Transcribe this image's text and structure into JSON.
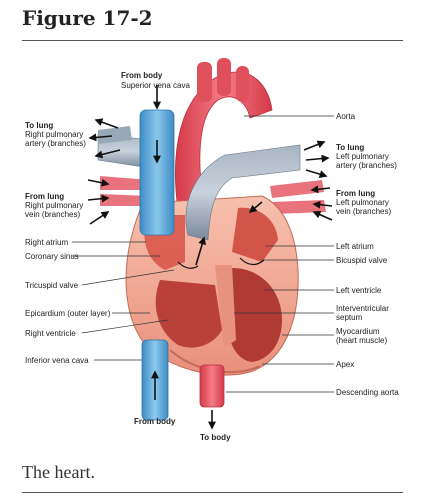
{
  "figure": {
    "title": "Figure 17-2",
    "caption": "The heart."
  },
  "labels": {
    "from_body_top": "From body",
    "superior_vena_cava": "Superior vena cava",
    "aorta": "Aorta",
    "to_lung_right": "To lung",
    "right_pulmonary_artery_1": "Right pulmonary",
    "right_pulmonary_artery_2": "artery (branches)",
    "to_lung_left": "To lung",
    "left_pulmonary_artery_1": "Left pulmonary",
    "left_pulmonary_artery_2": "artery (branches)",
    "from_lung_right": "From lung",
    "right_pulmonary_vein_1": "Right pulmonary",
    "right_pulmonary_vein_2": "vein (branches)",
    "from_lung_left": "From lung",
    "left_pulmonary_vein_1": "Left pulmonary",
    "left_pulmonary_vein_2": "vein (branches)",
    "right_atrium": "Right atrium",
    "coronary_sinus": "Coronary sinus",
    "tricuspid_valve": "Tricuspid valve",
    "epicardium": "Epicardium (outer layer)",
    "right_ventricle": "Right ventricle",
    "inferior_vena_cava": "Inferior vena cava",
    "left_atrium": "Left atrium",
    "bicuspid_valve": "Bicuspid valve",
    "left_ventricle": "Left ventricle",
    "interventricular_septum_1": "Interventricular",
    "interventricular_septum_2": "septum",
    "myocardium_1": "Myocardium",
    "myocardium_2": "(heart muscle)",
    "apex": "Apex",
    "descending_aorta": "Descending aorta",
    "from_body_bottom": "From body",
    "to_body": "To body"
  },
  "colors": {
    "venous_blue": "#5fa7d6",
    "pulmonary_gray": "#8c9aaa",
    "aorta_red": "#e44d5a",
    "muscle_pink": "#f1a493",
    "chamber_red": "#c9473d"
  }
}
